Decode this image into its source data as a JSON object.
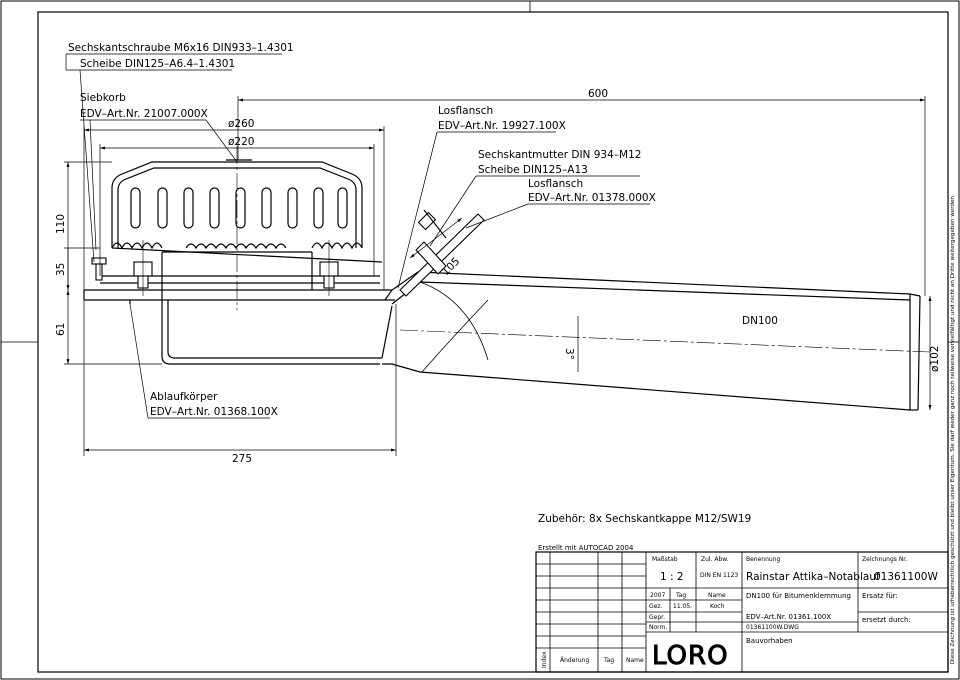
{
  "labels": {
    "sechskantschraube": "Sechskantschraube M6x16 DIN933–1.4301",
    "scheibe1": "Scheibe DIN125–A6.4–1.4301",
    "siebkorb": "Siebkorb",
    "siebkorb_nr": "EDV–Art.Nr. 21007.000X",
    "losflansch1": "Losflansch",
    "losflansch1_nr": "EDV–Art.Nr. 19927.100X",
    "mutter": "Sechskantmutter DIN 934–M12",
    "scheibe2": "Scheibe DIN125–A13",
    "losflansch2": "Losflansch",
    "losflansch2_nr": "EDV–Art.Nr. 01378.000X",
    "ablauf": "Ablaufkörper",
    "ablauf_nr": "EDV–Art.Nr. 01368.100X",
    "pipe": "DN100",
    "zubehoer": "Zubehör: 8x Sechskantkappe M12/SW19",
    "sidenote": "Diese Zeichnung ist urheberrechtlich geschützt und bleibt unser Eigentum. Sie darf weder ganz noch teilweise vervielfältigt und nicht an Dritte weitergegeben werden."
  },
  "dimensions": {
    "d600": "600",
    "d260": "ø260",
    "d220": "ø220",
    "d110": "110",
    "d35": "35",
    "d61": "61",
    "d275": "275",
    "d105": "105",
    "d102": "ø102",
    "slope": "3°"
  },
  "title_block": {
    "erstellt": "Erstellt mit AUTOCAD 2004",
    "massstab_label": "Maßstab",
    "massstab": "1 : 2",
    "zul_abw_label": "Zul. Abw.",
    "zul_abw": "DIN EN 1123",
    "benennung_label": "Benennung",
    "benennung": "Rainstar Attika–Notablauf",
    "benennung2": "DN100 für Bitumenklemmung",
    "edv": "EDV–Art.Nr. 01361.100X",
    "dwg": "01361100W.DWG",
    "zeichnungs_label": "Zeichnungs Nr.",
    "zeichnungs_nr": "01361100W",
    "ersatz_fuer": "Ersatz für:",
    "ersetzt_durch": "ersetzt durch:",
    "year": "2007",
    "tag_h": "Tag",
    "name_h": "Name",
    "gez": "Gez.",
    "gez_tag": "11.05.",
    "gez_name": "Koch",
    "gepr": "Gepr.",
    "norm": "Norm.",
    "index": "Index",
    "aenderung": "Änderung",
    "tag": "Tag",
    "name": "Name",
    "logo": "LORO",
    "bauvorhaben": "Bauvorhaben"
  }
}
